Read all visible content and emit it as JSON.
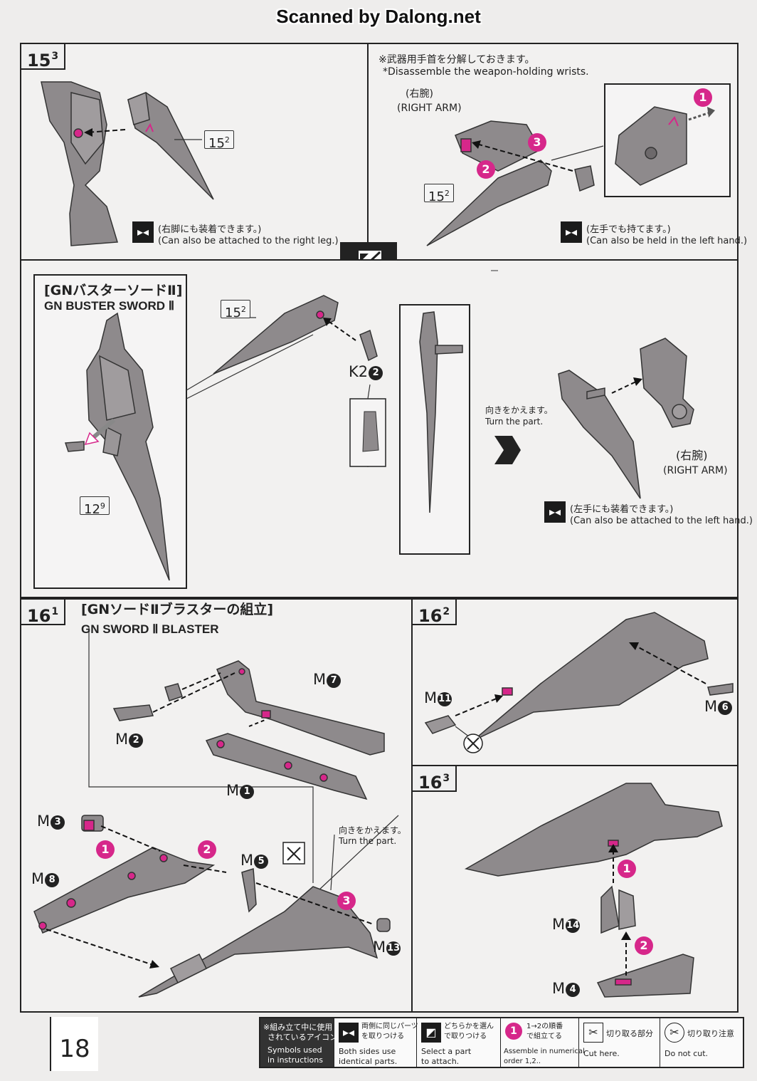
{
  "header": {
    "scanner_credit": "Scanned by Dalong.net"
  },
  "page_number": "18",
  "step_15_3": {
    "step_main": "15",
    "step_sub": "3",
    "left": {
      "ref_label_main": "15",
      "ref_label_sub": "2",
      "note_jp": "(右脚にも装着できます。)",
      "note_en": "(Can also be attached to the right leg.)"
    },
    "right": {
      "note_jp": "※武器用手首を分解しておきます。",
      "note_en": "*Disassemble the weapon-holding wrists.",
      "arm_jp": "(右腕)",
      "arm_en": "(RIGHT ARM)",
      "ref_label_main": "15",
      "ref_label_sub": "2",
      "order": [
        "1",
        "2",
        "3"
      ],
      "hand_note_jp": "(左手でも持てます。)",
      "hand_note_en": "(Can also be held in the left hand.)"
    }
  },
  "middle": {
    "title_jp": "[GNバスターソードⅡ]",
    "title_en": "GN BUSTER SWORD Ⅱ",
    "ref_15_main": "15",
    "ref_15_sub": "2",
    "ref_12_main": "12",
    "ref_12_sub": "9",
    "part_k2": "K2",
    "part_k2_num": "2",
    "turn_jp": "向きをかえます。",
    "turn_en": "Turn the part.",
    "arm_jp": "(右腕)",
    "arm_en": "(RIGHT ARM)",
    "hand_note_jp": "(左手にも装着できます。)",
    "hand_note_en": "(Can also be attached to the left hand.)"
  },
  "step_16_1": {
    "step_main": "16",
    "step_sub": "1",
    "title_jp": "[GNソードⅡブラスターの組立]",
    "title_en": "GN SWORD Ⅱ BLASTER",
    "parts": {
      "m7": {
        "letter": "M",
        "num": "7"
      },
      "m2": {
        "letter": "M",
        "num": "2"
      },
      "m1": {
        "letter": "M",
        "num": "1"
      },
      "m3": {
        "letter": "M",
        "num": "3"
      },
      "m8": {
        "letter": "M",
        "num": "8"
      },
      "m5": {
        "letter": "M",
        "num": "5"
      },
      "m13": {
        "letter": "M",
        "num": "13"
      }
    },
    "order": [
      "1",
      "2",
      "3"
    ],
    "turn_jp": "向きをかえます。",
    "turn_en": "Turn the part."
  },
  "step_16_2": {
    "step_main": "16",
    "step_sub": "2",
    "parts": {
      "m11": {
        "letter": "M",
        "num": "11"
      },
      "m6": {
        "letter": "M",
        "num": "6"
      }
    }
  },
  "step_16_3": {
    "step_main": "16",
    "step_sub": "3",
    "parts": {
      "m14": {
        "letter": "M",
        "num": "14"
      },
      "m4": {
        "letter": "M",
        "num": "4"
      }
    },
    "order": [
      "1",
      "2"
    ]
  },
  "legend": {
    "symbols_jp_1": "※組み立て中に使用",
    "symbols_jp_2": "されているアイコン",
    "symbols_en_1": "Symbols used",
    "symbols_en_2": "in instructions",
    "both_jp_1": "両側に同じパーツ",
    "both_jp_2": "を取りつける",
    "both_en_1": "Both sides use",
    "both_en_2": "identical parts.",
    "select_jp_1": "どちらかを選ん",
    "select_jp_2": "で取りつける",
    "select_en_1": "Select a part",
    "select_en_2": "to attach.",
    "order_jp_1": "1→2の順番",
    "order_jp_2": "で組立てる",
    "order_en_1": "Assemble in numerical",
    "order_en_2": "order 1,2..",
    "cut_jp": "切り取る部分",
    "cut_en": "Cut here.",
    "nocut_jp": "切り取り注意",
    "nocut_en": "Do not cut."
  },
  "colors": {
    "accent_pink": "#d6278a",
    "part_gray": "#8e8a8c",
    "outline": "#222222"
  }
}
